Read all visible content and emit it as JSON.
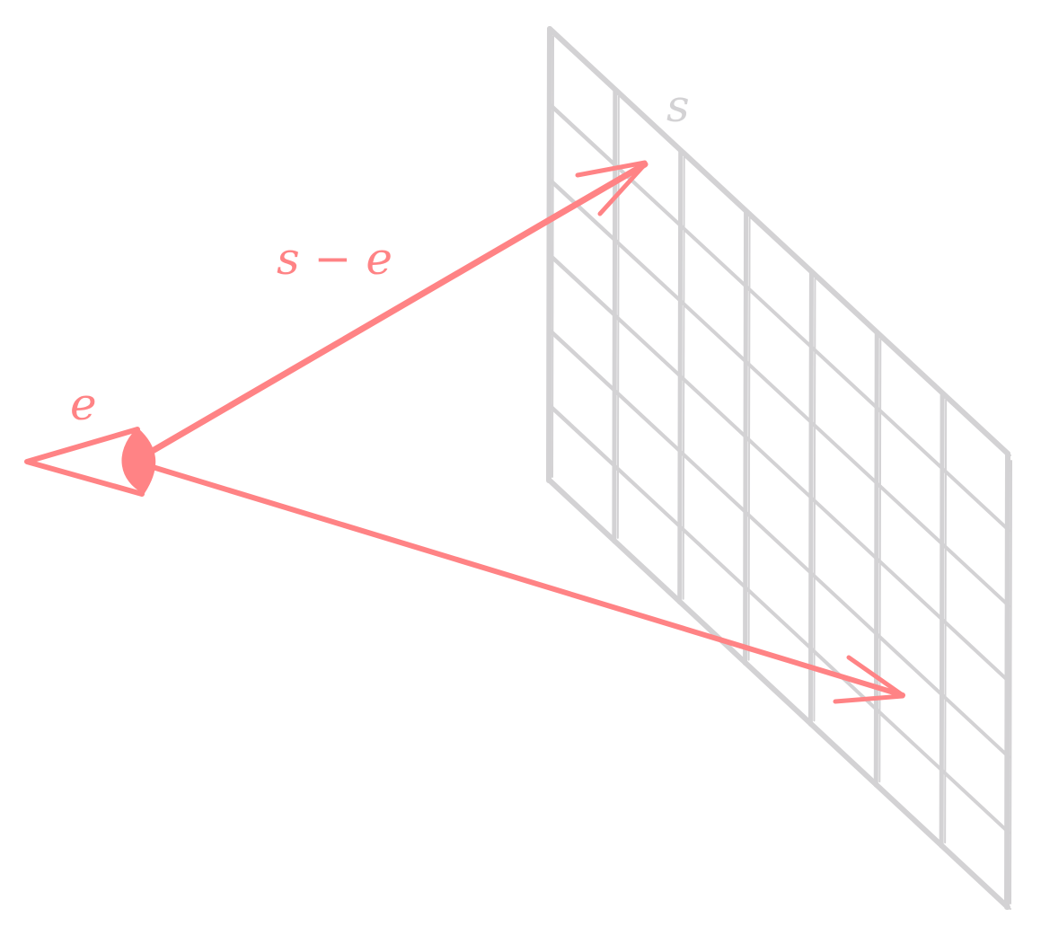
{
  "labels": {
    "screen_point": "s",
    "eye_point": "e",
    "direction": "s − e"
  },
  "colors": {
    "grid": "#d3d2d4",
    "ray": "#ff8385",
    "background": "#ffffff"
  },
  "grid": {
    "rows": 6,
    "cols": 7
  },
  "icons": {
    "eye": "eye-icon",
    "arrowhead": "arrowhead-icon"
  }
}
